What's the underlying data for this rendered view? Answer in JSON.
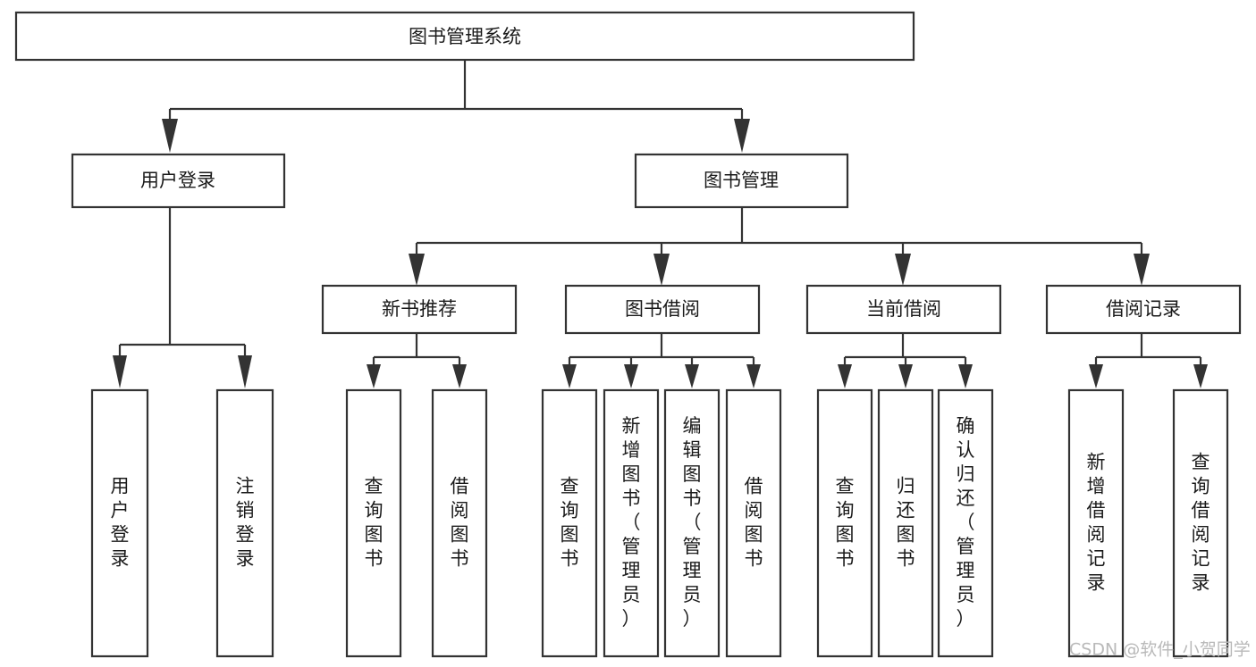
{
  "diagram": {
    "title": "图书管理系统",
    "type": "tree-hierarchy-diagram",
    "colors": {
      "stroke": "#333333",
      "fill": "#ffffff",
      "text": "#1a1a1a",
      "watermark": "#b9b9b9"
    },
    "levels": {
      "root": {
        "label": "图书管理系统"
      },
      "level2": [
        {
          "label": "用户登录"
        },
        {
          "label": "图书管理"
        }
      ],
      "level3": [
        {
          "label": "新书推荐"
        },
        {
          "label": "图书借阅"
        },
        {
          "label": "当前借阅"
        },
        {
          "label": "借阅记录"
        }
      ],
      "leaves": {
        "user_login": [
          {
            "label": "用户登录"
          },
          {
            "label": "注销登录"
          }
        ],
        "new_book_recommend": [
          {
            "label": "查询图书"
          },
          {
            "label": "借阅图书"
          }
        ],
        "book_borrow": [
          {
            "label": "查询图书"
          },
          {
            "label": "新增图书（管理员）"
          },
          {
            "label": "编辑图书（管理员）"
          },
          {
            "label": "借阅图书"
          }
        ],
        "current_borrow": [
          {
            "label": "查询图书"
          },
          {
            "label": "归还图书"
          },
          {
            "label": "确认归还（管理员）"
          }
        ],
        "borrow_record": [
          {
            "label": "新增借阅记录"
          },
          {
            "label": "查询借阅记录"
          }
        ]
      }
    },
    "watermark": "CSDN @软件_小贺同学"
  }
}
